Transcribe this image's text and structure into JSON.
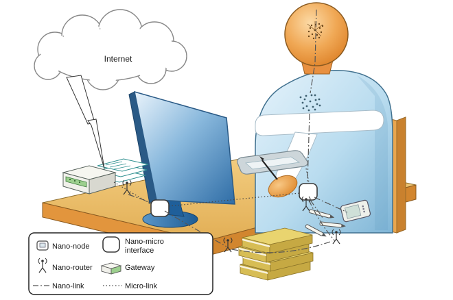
{
  "diagram": {
    "cloud_label": "Internet",
    "legend": {
      "nano_node": "Nano-node",
      "nano_micro_interface_lines": [
        "Nano-micro",
        "interface"
      ],
      "nano_router": "Nano-router",
      "gateway": "Gateway",
      "nano_link": "Nano-link",
      "micro_link": "Micro-link"
    },
    "colors": {
      "desk_top": "#eec46f",
      "desk_front": "#e2953d",
      "desk_front_right": "#d2862f",
      "body_blue": "#b9dcef",
      "head_orange": "#e89040",
      "monitor_blue": "#3d7fb5",
      "gateway_green": "#9ccf8e",
      "book_yellow": "#e9d46f",
      "link_gray": "#555555"
    }
  }
}
